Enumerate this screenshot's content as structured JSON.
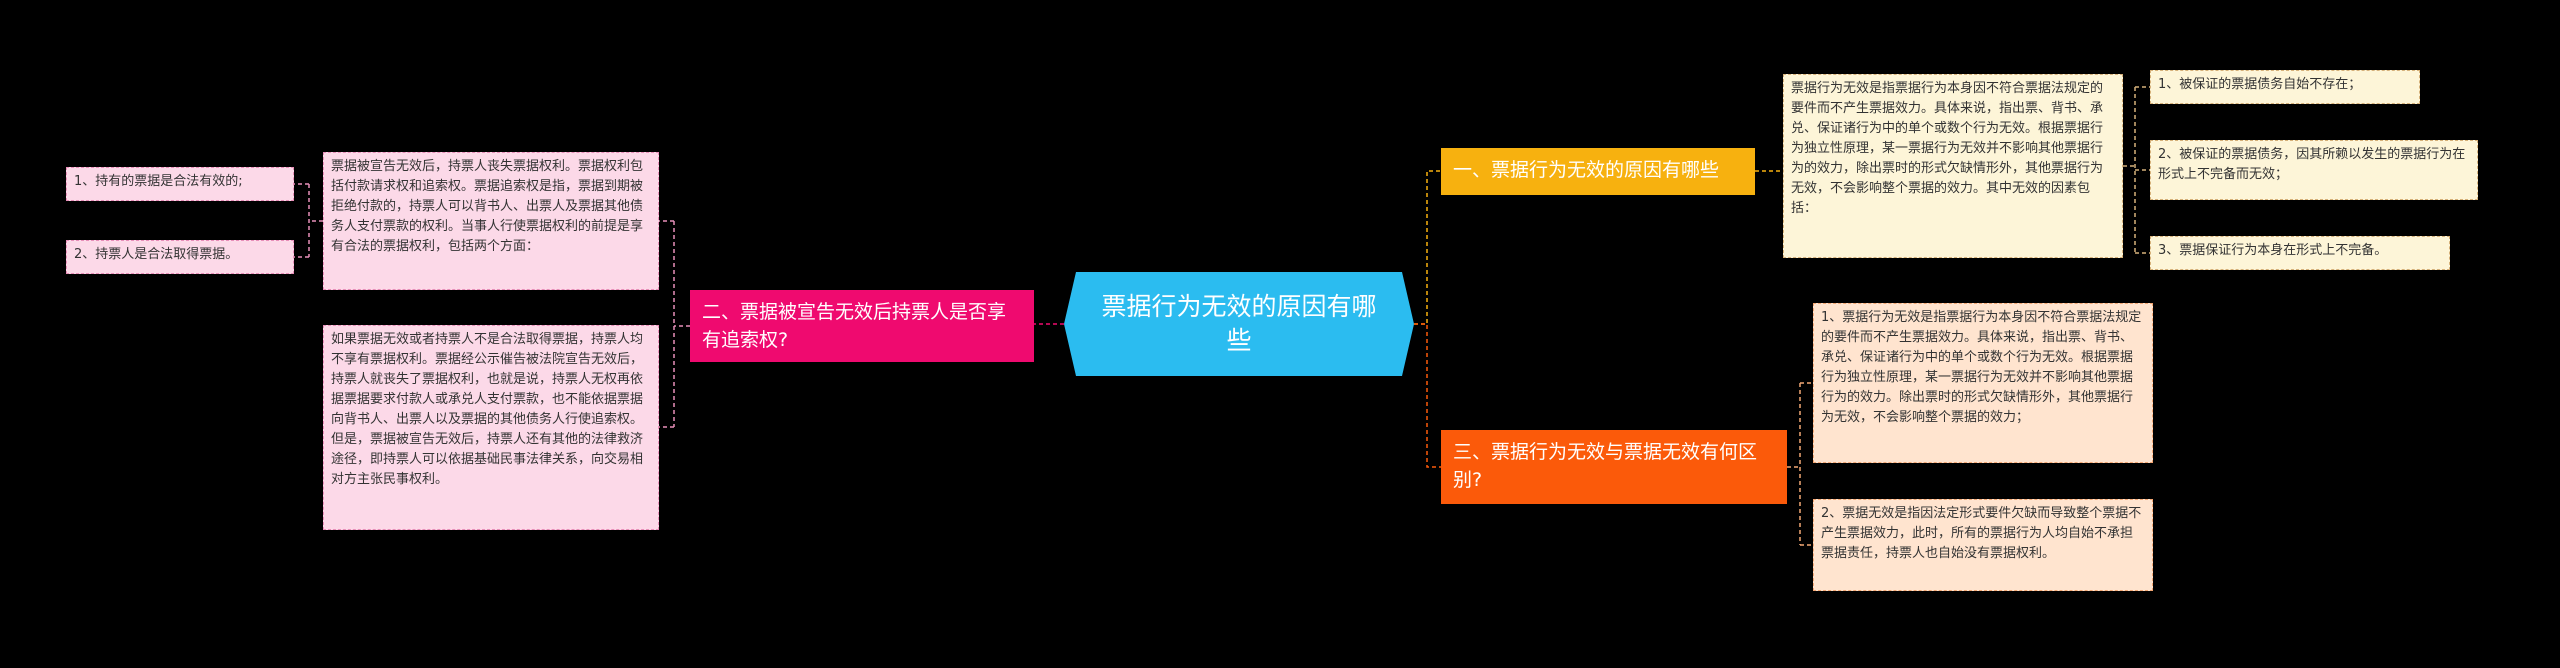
{
  "colors": {
    "background": "#000000",
    "center": "#2bbcf0",
    "branch1": "#f7b10f",
    "branch2": "#ef0a6f",
    "branch3": "#fb5a0a",
    "leaf_cream": "#fdf5d8",
    "leaf_pink": "#fcd9e8",
    "leaf_peach": "#ffe4cf"
  },
  "center": {
    "title": "票据行为无效的原因有哪些"
  },
  "branch1": {
    "title": "一、票据行为无效的原因有哪些",
    "description": "票据行为无效是指票据行为本身因不符合票据法规定的要件而不产生票据效力。具体来说，指出票、背书、承兑、保证诸行为中的单个或数个行为无效。根据票据行为独立性原理，某一票据行为无效并不影响其他票据行为的效力，除出票时的形式欠缺情形外，其他票据行为无效，不会影响整个票据的效力。其中无效的因素包括：",
    "causes": [
      "1、被保证的票据债务自始不存在；",
      "2、被保证的票据债务，因其所赖以发生的票据行为在形式上不完备而无效；",
      "3、票据保证行为本身在形式上不完备。"
    ]
  },
  "branch2": {
    "title": "二、票据被宣告无效后持票人是否享有追索权?",
    "detail1": "票据被宣告无效后，持票人丧失票据权利。票据权利包括付款请求权和追索权。票据追索权是指，票据到期被拒绝付款的，持票人可以背书人、出票人及票据其他债务人支付票款的权利。当事人行使票据权利的前提是享有合法的票据权利，包括两个方面：",
    "conditions": [
      "1、持有的票据是合法有效的;",
      "2、持票人是合法取得票据。"
    ],
    "detail2": "如果票据无效或者持票人不是合法取得票据，持票人均不享有票据权利。票据经公示催告被法院宣告无效后，持票人就丧失了票据权利，也就是说，持票人无权再依据票据要求付款人或承兑人支付票款，也不能依据票据向背书人、出票人以及票据的其他债务人行使追索权。但是，票据被宣告无效后，持票人还有其他的法律救济途径，即持票人可以依据基础民事法律关系，向交易相对方主张民事权利。"
  },
  "branch3": {
    "title": "三、票据行为无效与票据无效有何区别?",
    "points": [
      "1、票据行为无效是指票据行为本身因不符合票据法规定的要件而不产生票据效力。具体来说，指出票、背书、承兑、保证诸行为中的单个或数个行为无效。根据票据行为独立性原理，某一票据行为无效并不影响其他票据行为的效力。除出票时的形式欠缺情形外，其他票据行为无效，不会影响整个票据的效力；",
      "2、票据无效是指因法定形式要件欠缺而导致整个票据不产生票据效力，此时，所有的票据行为人均自始不承担票据责任，持票人也自始没有票据权利。"
    ]
  }
}
